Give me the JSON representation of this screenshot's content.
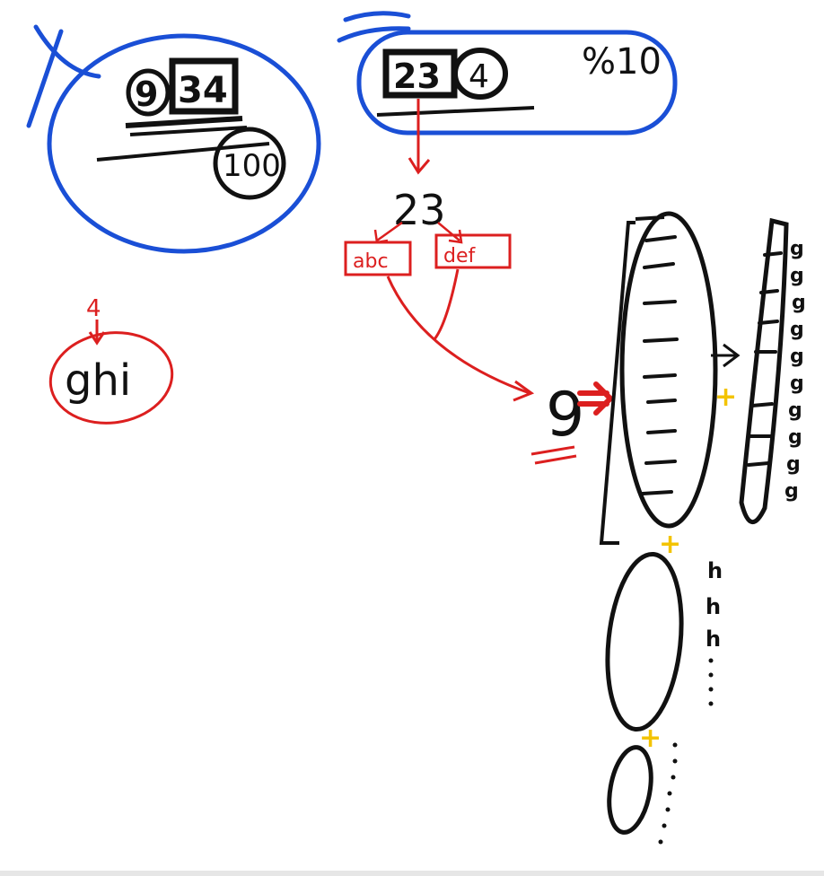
{
  "colors": {
    "ink": "#111111",
    "blue": "#1a4fd6",
    "red": "#dc1f1f",
    "yellow": "#f3c300",
    "bg": "#ffffff"
  },
  "left_note": {
    "digit_circled": "9",
    "digits_boxed": "34",
    "denominator": "100"
  },
  "top_note": {
    "digits_boxed": "23",
    "digit_circled": "4",
    "modulo": "%10"
  },
  "tree": {
    "root": "23",
    "branches": [
      "abc",
      "def"
    ],
    "target": "9"
  },
  "ghi_note": {
    "key": "4",
    "letters": "ghi"
  },
  "right_list": {
    "g_items": [
      "g",
      "g",
      "g",
      "g",
      "g",
      "g",
      "g",
      "g",
      "g",
      "g"
    ],
    "h_items": [
      "h",
      "h",
      "h"
    ]
  },
  "plus_sign": "+"
}
